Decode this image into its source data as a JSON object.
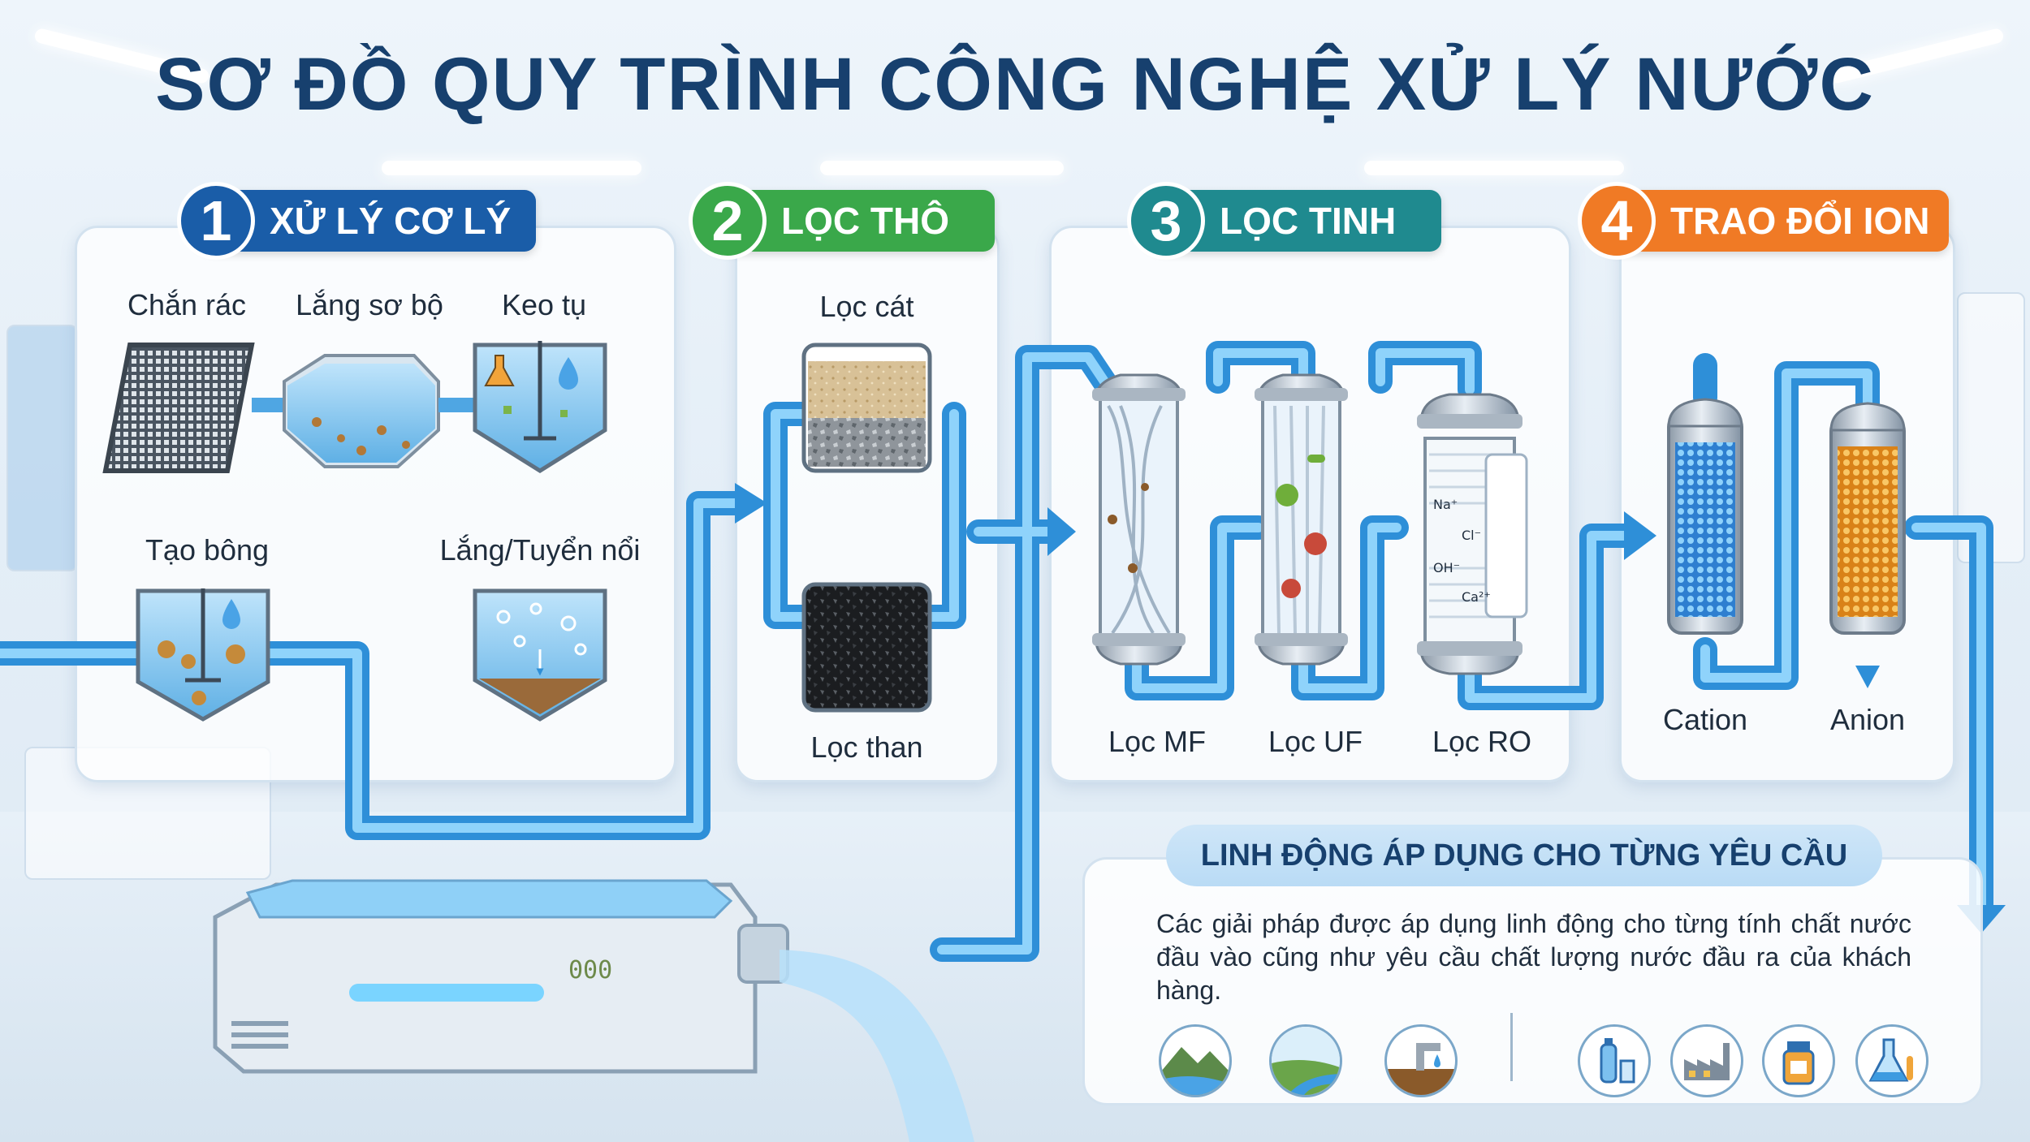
{
  "title": "SƠ ĐỒ QUY TRÌNH CÔNG NGHỆ XỬ LÝ NƯỚC",
  "colors": {
    "blue": "#1a5da8",
    "green": "#3aa84a",
    "teal": "#1f8a8f",
    "orange": "#f07a25",
    "pipe": "#45a9ec"
  },
  "stages": [
    {
      "number": "1",
      "label": "XỬ LÝ CƠ LÝ"
    },
    {
      "number": "2",
      "label": "LỌC THÔ"
    },
    {
      "number": "3",
      "label": "LỌC TINH"
    },
    {
      "number": "4",
      "label": "TRAO ĐỔI ION"
    }
  ],
  "stage1": {
    "items": [
      "Chắn rác",
      "Lắng sơ bộ",
      "Keo tụ",
      "Tạo bông",
      "Lắng/Tuyển nổi"
    ]
  },
  "stage2": {
    "items": [
      "Lọc cát",
      "Lọc than"
    ]
  },
  "stage3": {
    "items": [
      "Lọc MF",
      "Lọc UF",
      "Lọc RO"
    ],
    "ions": [
      "Na⁺",
      "Cl⁻",
      "OH⁻",
      "Ca²⁺"
    ]
  },
  "stage4": {
    "items": [
      "Cation",
      "Anion"
    ]
  },
  "pump": {
    "display": "000"
  },
  "flexible": {
    "title": "LINH ĐỘNG ÁP DỤNG CHO TỪNG YÊU CẦU",
    "text": "Các giải pháp được áp dụng linh động cho từng tính chất nước đầu vào cũng như yêu cầu chất lượng nước đầu ra của khách hàng.",
    "icons": [
      "mountain-river-icon",
      "river-icon",
      "groundwater-tap-icon",
      "bottled-water-icon",
      "factory-icon",
      "medicine-bottle-icon",
      "lab-flask-icon"
    ]
  }
}
